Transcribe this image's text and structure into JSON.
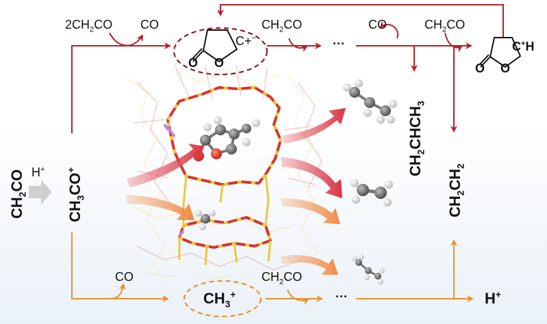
{
  "left": {
    "reactant": "CH2CO",
    "acid": "H+",
    "acylium": "CH3CO+"
  },
  "top_path": {
    "reagents_1": "2CH2CO",
    "co_out_1": "CO",
    "lactone_left_charge": "C+−",
    "lactone_left_o1": "O",
    "lactone_left_o2": "O",
    "reagent_2": "CH2CO",
    "dots": "···",
    "co_out_2": "CO",
    "reagent_3": "CH2CO",
    "lactone_right_label": "C+H",
    "lactone_right_o1": "O",
    "lactone_right_o2": "O"
  },
  "products": {
    "propylene": "CH2CHCH3",
    "ethylene": "CH2CH2"
  },
  "bottom_path": {
    "co_out": "CO",
    "methyl_cation": "CH3+",
    "reagent": "CH2CO",
    "dots": "···",
    "proton": "H+"
  },
  "colors": {
    "top_arrow": "#b52026",
    "bottom_arrow": "#e8902e",
    "framework_o": "#d8332b",
    "framework_t": "#e8c83a"
  }
}
